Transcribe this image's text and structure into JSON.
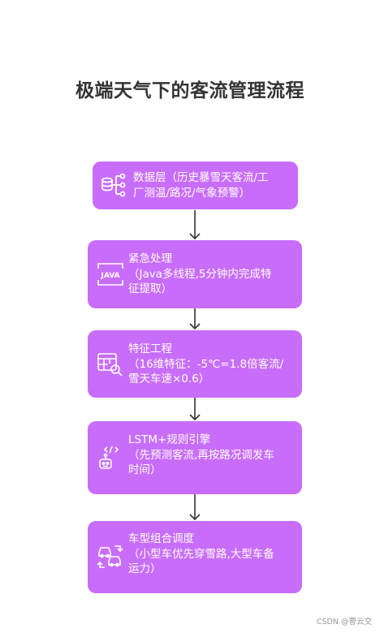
{
  "title": "极端天气下的客流管理流程",
  "steps": [
    {
      "text": "数据层（历史暴雪天客流/工\n厂测温/路况/气象预警）",
      "icon": "database-network-icon"
    },
    {
      "text": "紧急处理\n（Java多线程,5分钟内完成特\n征提取）",
      "icon": "java-icon"
    },
    {
      "text": "特征工程\n（16维特征：-5℃=1.8倍客流/\n雪天车速×0.6）",
      "icon": "table-search-icon"
    },
    {
      "text": "LSTM+规则引擎\n（先预测客流,再按路况调发车\n时间）",
      "icon": "robot-code-icon"
    },
    {
      "text": "车型组合调度\n（小型车优先穿雪路,大型车备\n运力）",
      "icon": "vehicles-swap-icon"
    }
  ],
  "footer": "CSDN @曹云交",
  "colors": {
    "box": "#c86dfa",
    "title": "#333333",
    "arrow": "#333333"
  }
}
